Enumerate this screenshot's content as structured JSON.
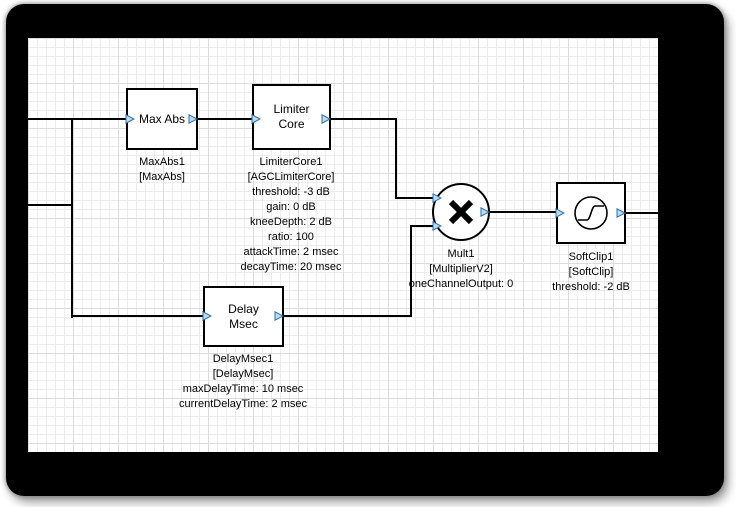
{
  "colors": {
    "frame_bg": "#000000",
    "canvas_bg": "#ffffff",
    "grid_fine": "#ececec",
    "grid_coarse": "#dcdcdc",
    "wire": "#000000",
    "block_border": "#000000",
    "block_bg": "#ffffff",
    "pin_fill": "#badbf2",
    "pin_stroke": "#2e6da4",
    "text": "#000000"
  },
  "blocks": {
    "maxabs": {
      "title": "Max Abs",
      "caption": [
        "MaxAbs1",
        "[MaxAbs]"
      ]
    },
    "limiter": {
      "title_line1": "Limiter",
      "title_line2": "Core",
      "caption": [
        "LimiterCore1",
        "[AGCLimiterCore]",
        "threshold: -3 dB",
        "gain: 0 dB",
        "kneeDepth: 2 dB",
        "ratio: 100",
        "attackTime: 2 msec",
        "decayTime: 20 msec"
      ]
    },
    "delay": {
      "title_line1": "Delay",
      "title_line2": "Msec",
      "caption": [
        "DelayMsec1",
        "[DelayMsec]",
        "maxDelayTime: 10 msec",
        "currentDelayTime: 2 msec"
      ]
    },
    "mult": {
      "icon": "multiply-icon",
      "caption": [
        "Mult1",
        "[MultiplierV2]",
        "oneChannelOutput: 0"
      ]
    },
    "softclip": {
      "icon": "softclip-curve-icon",
      "caption": [
        "SoftClip1",
        "[SoftClip]",
        "threshold: -2 dB"
      ]
    }
  }
}
